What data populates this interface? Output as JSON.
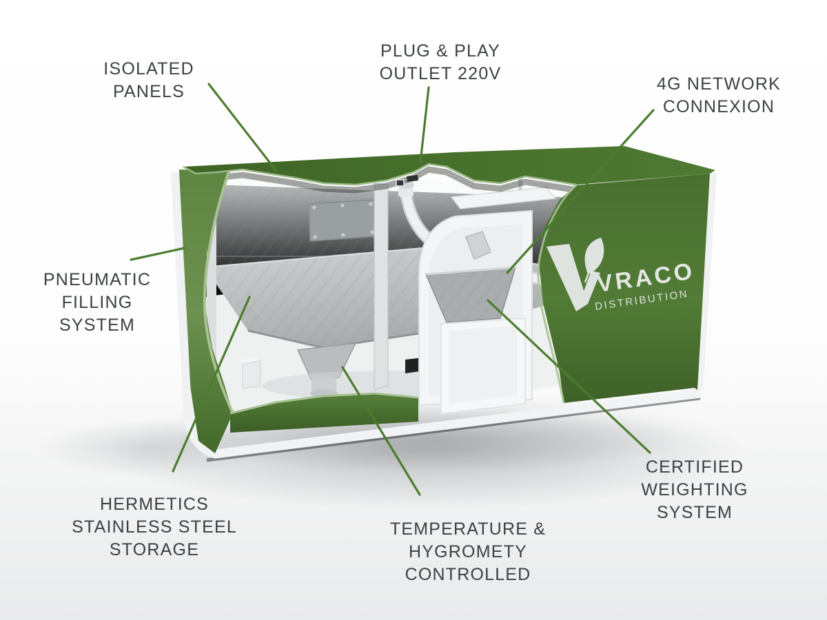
{
  "diagram": {
    "labels": [
      {
        "id": "isolated-panels",
        "lines": [
          "ISOLATED",
          "PANELS"
        ]
      },
      {
        "id": "plug-play-outlet",
        "lines": [
          "PLUG & PLAY",
          "OUTLET 220V"
        ]
      },
      {
        "id": "4g-network-connexion",
        "lines": [
          "4G NETWORK",
          "CONNEXION"
        ]
      },
      {
        "id": "pneumatic-filling",
        "lines": [
          "PNEUMATIC",
          "FILLING",
          "SYSTEM"
        ]
      },
      {
        "id": "hermetics-storage",
        "lines": [
          "HERMETICS",
          "STAINLESS STEEL",
          "STORAGE"
        ]
      },
      {
        "id": "temperature-hygrometry",
        "lines": [
          "TEMPERATURE &",
          "HYGROMETY",
          "CONTROLLED"
        ]
      },
      {
        "id": "certified-weighting",
        "lines": [
          "CERTIFIED",
          "WEIGHTING",
          "SYSTEM"
        ]
      }
    ],
    "logo": {
      "brand": "VRACO",
      "tagline": "DISTRIBUTION"
    },
    "colors": {
      "leader_line": "#4C7C2E",
      "container_green": "#4B7033",
      "torn_edge_highlight": "#A9C295",
      "label_text": "#3C4043",
      "logo_text": "#E3E7E2"
    }
  }
}
